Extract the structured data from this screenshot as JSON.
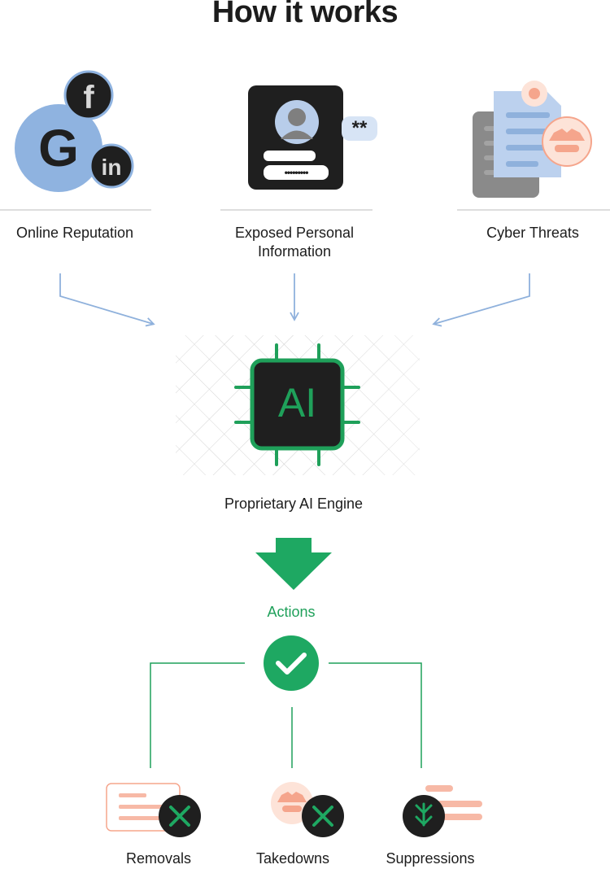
{
  "page": {
    "title": "How it works"
  },
  "sources": [
    {
      "label": "Online Reputation",
      "icon": "social-logos-icon"
    },
    {
      "label": "Exposed Personal Information",
      "icon": "id-card-icon"
    },
    {
      "label": "Cyber Threats",
      "icon": "threat-documents-icon"
    }
  ],
  "engine": {
    "chip_text": "AI",
    "label": "Proprietary AI Engine"
  },
  "actions": {
    "label": "Actions"
  },
  "outcomes": [
    {
      "label": "Removals",
      "icon": "removals-icon"
    },
    {
      "label": "Takedowns",
      "icon": "takedowns-icon"
    },
    {
      "label": "Suppressions",
      "icon": "suppressions-icon"
    }
  ],
  "id_card": {
    "password_mask": "**",
    "password_dots": "•••••••••"
  },
  "colors": {
    "accent_green": "#1fa05a",
    "arrow_blue": "#8fb1dc",
    "dark": "#1d1d1d",
    "salmon": "#f5a58c"
  }
}
